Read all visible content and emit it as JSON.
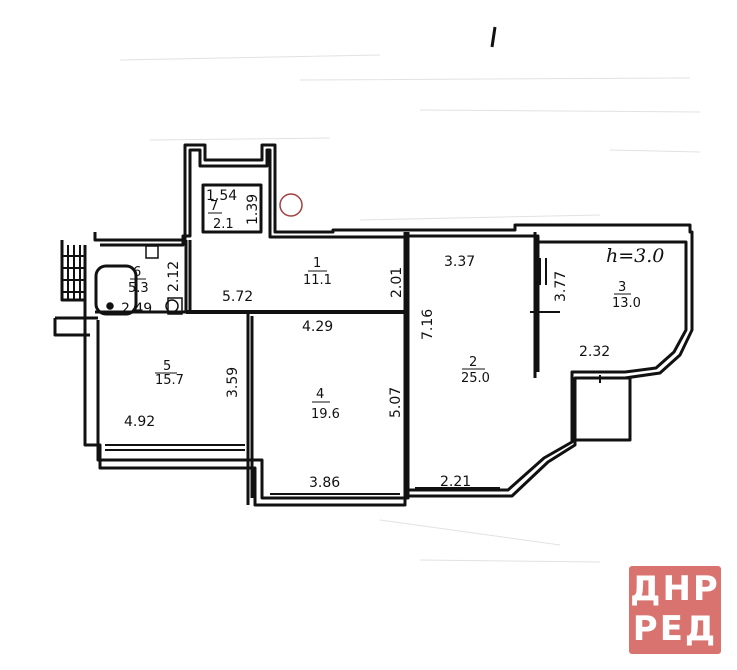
{
  "plan": {
    "rooms": [
      {
        "id": "1",
        "number": "1",
        "area": "11.1"
      },
      {
        "id": "2",
        "number": "2",
        "area": "25.0"
      },
      {
        "id": "3",
        "number": "3",
        "area": "13.0"
      },
      {
        "id": "4",
        "number": "4",
        "area": "19.6"
      },
      {
        "id": "5",
        "number": "5",
        "area": "15.7"
      },
      {
        "id": "6",
        "number": "6",
        "area": "5.3"
      },
      {
        "id": "7",
        "number": "7",
        "area": "2.1"
      }
    ],
    "dimensions": {
      "d154": "1.54",
      "d139": "1.39",
      "d212": "2.12",
      "d249": "2.49",
      "d572": "5.72",
      "d201": "2.01",
      "d337": "3.37",
      "d716": "7.16",
      "d377": "3.77",
      "d232": "2.32",
      "d429": "4.29",
      "d359": "3.59",
      "d492": "4.92",
      "d507": "5.07",
      "d386": "3.86",
      "d221": "2.21"
    },
    "ceiling_note": "h=3.0"
  },
  "logo": {
    "line1": "ДНР",
    "line2": "РЕД",
    "color": "#d9736f"
  }
}
